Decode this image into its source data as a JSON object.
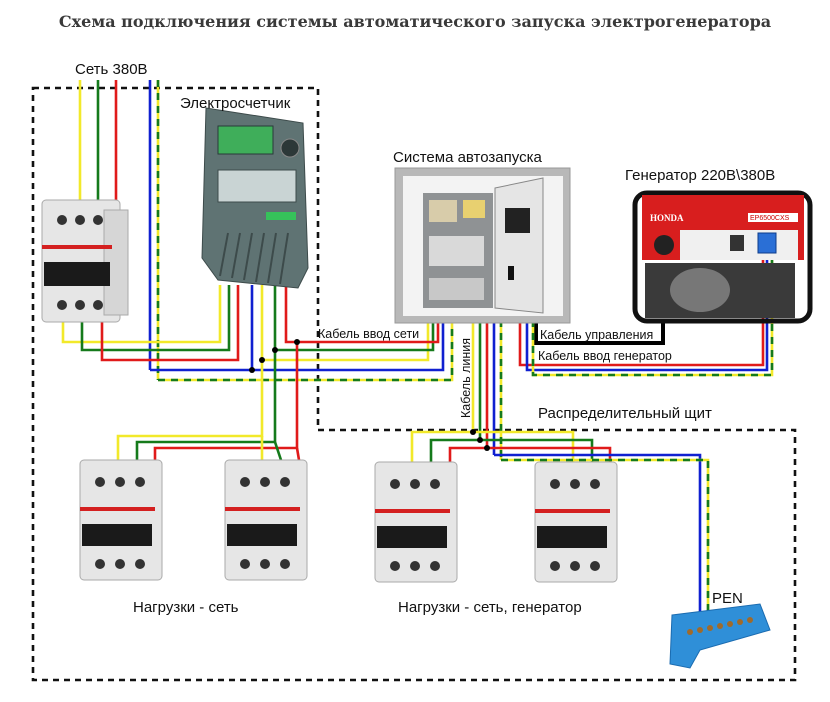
{
  "title": "Схема подключения системы автоматического запуска электрогенератора",
  "labels": {
    "grid": "Сеть 380В",
    "meter": "Электросчетчик",
    "ats": "Система автозапуска",
    "generator": "Генератор 220В\\380В",
    "cable_grid_input": "Кабель ввод сети",
    "cable_control": "Кабель управления",
    "cable_generator_input": "Кабель ввод генератор",
    "cable_line": "Кабель линия",
    "distribution_board": "Распределительный щит",
    "loads_grid": "Нагрузки - сеть",
    "loads_grid_generator": "Нагрузки - сеть, генератор",
    "pen": "PEN"
  },
  "generator_brand": "HONDA",
  "generator_model": "EP6500CXS",
  "wire_colors": {
    "phase_a": "#f2e92a",
    "phase_b": "#157a1b",
    "phase_c": "#e01a1a",
    "neutral": "#1020d0",
    "pe": "yellow-green",
    "control": "#000000"
  }
}
